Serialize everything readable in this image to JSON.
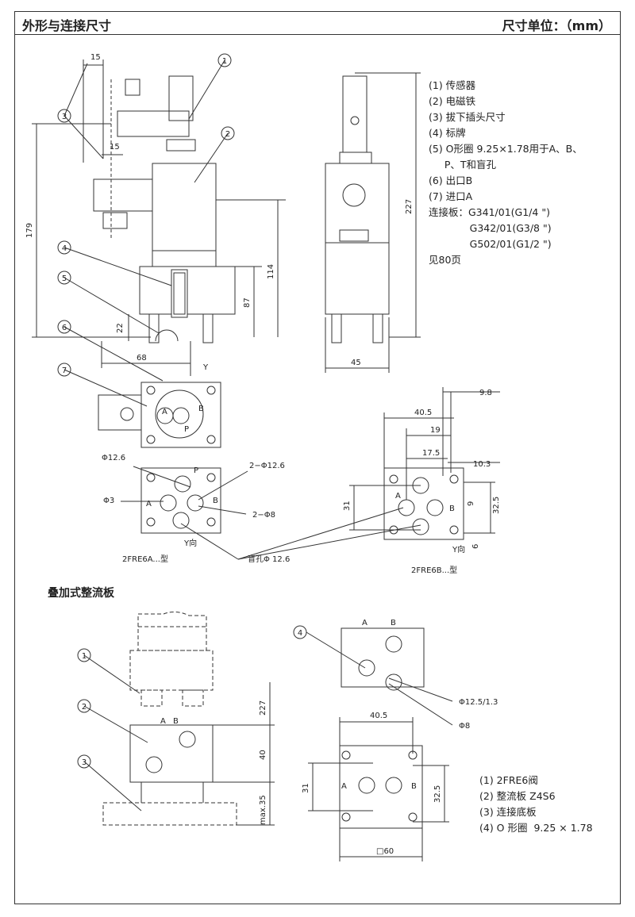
{
  "header": {
    "title": "外形与连接尺寸",
    "unit": "尺寸单位：（mm）"
  },
  "legend_top": [
    "(1) 传感器",
    "(2) 电磁铁",
    "(3) 拔下插头尺寸",
    "(4) 标牌",
    "(5) O形圈 9.25×1.78用于A、B、",
    "     P、T和盲孔",
    "(6) 出口B",
    "(7) 进口A",
    "连接板：G341/01(G1/4 \")",
    "             G342/01(G3/8 \")",
    "             G502/01(G1/2 \")",
    "见80页"
  ],
  "legend_bottom": [
    "(1) 2FRE6阀",
    "(2) 整流板 Z4S6",
    "(3) 连接底板",
    "(4) O 形圈  9.25 × 1.78"
  ],
  "section_title": "叠加式整流板",
  "callouts": {
    "c1": "1",
    "c2": "2",
    "c3": "3",
    "c4": "4",
    "c5": "5",
    "c6": "6",
    "c7": "7"
  },
  "dims": {
    "d15a": "15",
    "d15b": "15",
    "d179": "179",
    "d114": "114",
    "d87": "87",
    "d22": "22",
    "d68": "68",
    "d227": "227",
    "d45": "45",
    "d98": "9.8",
    "d405": "40.5",
    "d19": "19",
    "d175": "17.5",
    "d103": "10.3",
    "d31": "31",
    "d9": "9",
    "d325": "32.5",
    "d6": "6",
    "b227": "227",
    "b40": "40",
    "bmax": "max.35",
    "b405": "40.5",
    "b31": "31",
    "b325": "32.5",
    "b60": "□60"
  },
  "labels": {
    "y": "Y",
    "a": "A",
    "b": "B",
    "p": "P",
    "phi126": "Φ12.6",
    "twophi126": "2−Φ12.6",
    "phi3": "Φ3",
    "twophi8": "2−Φ8",
    "ydir": "Y向",
    "blind": "盲孔Φ 12.6",
    "model_a": "2FRE6A...型",
    "model_b": "2FRE6B...型",
    "phi125": "Φ12.5/1.3",
    "phi8": "Φ8"
  }
}
